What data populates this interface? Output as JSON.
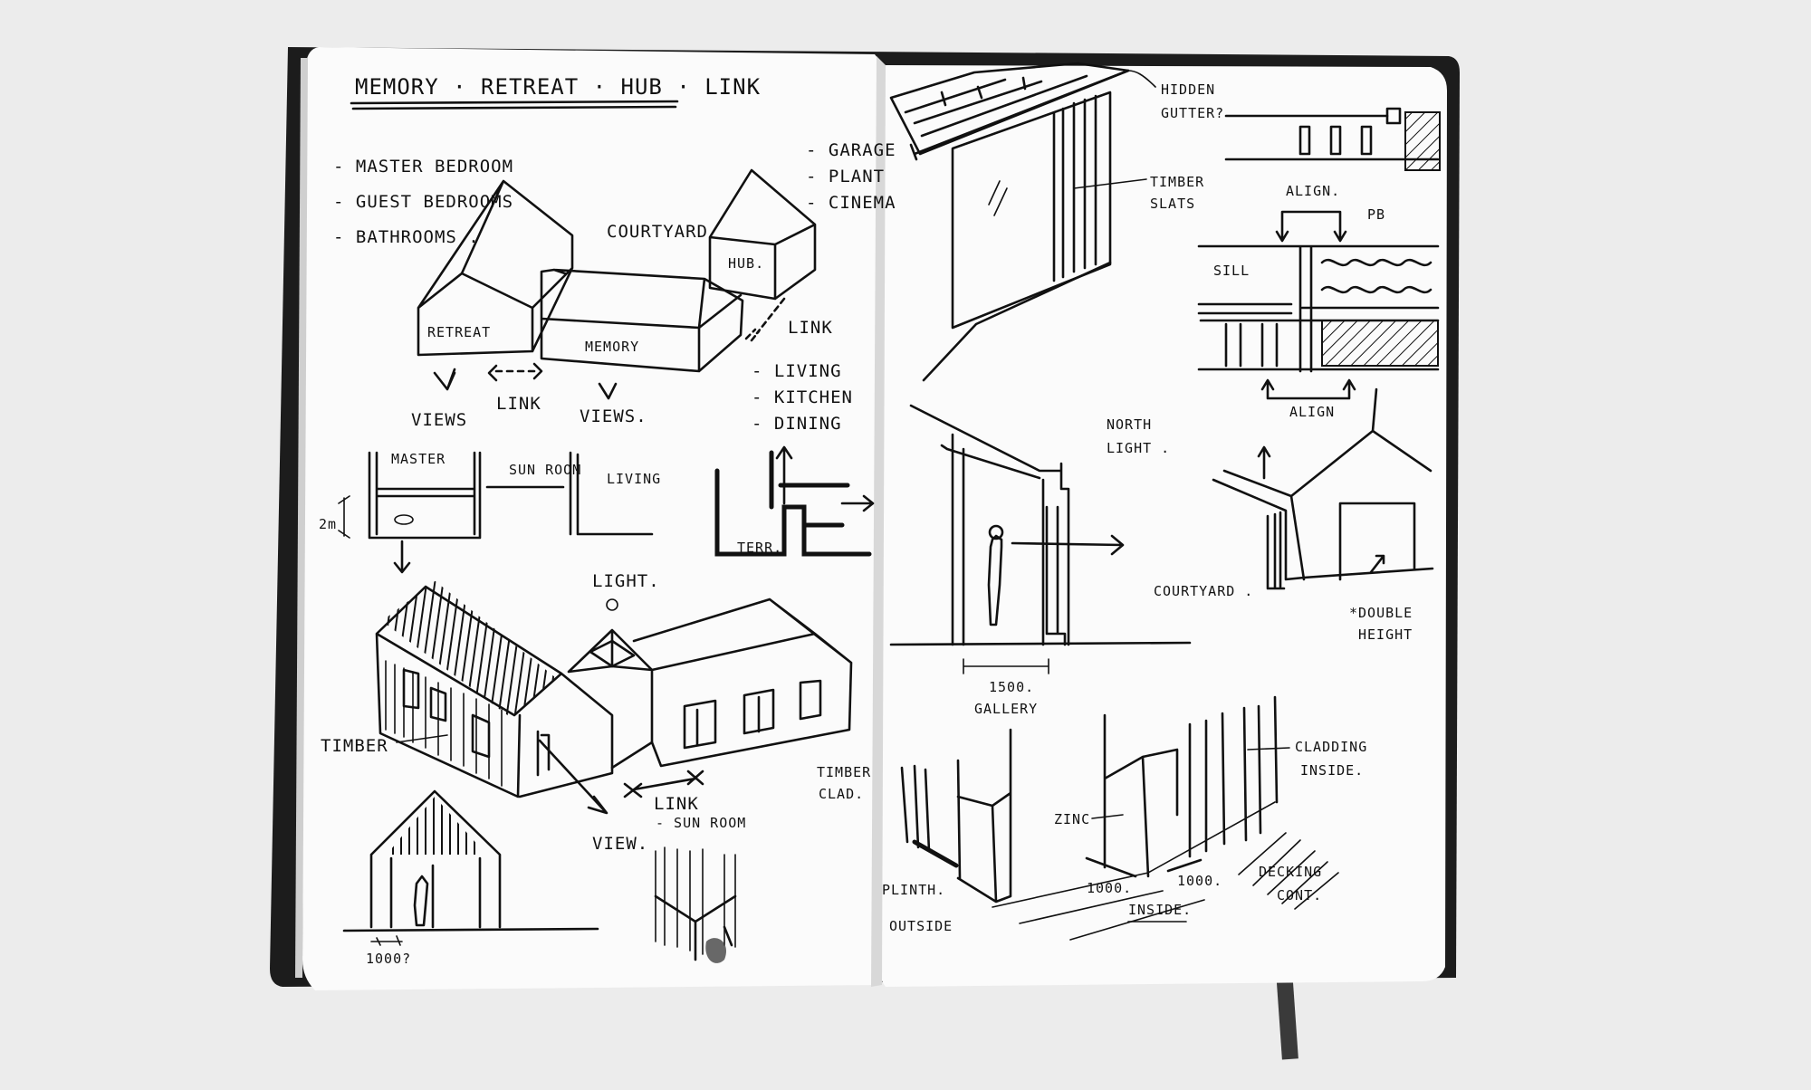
{
  "colors": {
    "background": "#ececec",
    "paper": "#fbfbfb",
    "ink": "#111111",
    "cover": "#1c1c1c"
  },
  "left_page": {
    "title": "MEMORY · RETREAT · HUB · LINK",
    "program": [
      "- MASTER BEDROOM",
      "- GUEST BEDROOMS",
      "- BATHROOMS ."
    ],
    "hub_program": [
      "- GARAGE",
      "- PLANT",
      "- CINEMA"
    ],
    "living_program": [
      "- LIVING",
      "- KITCHEN",
      "- DINING"
    ],
    "courtyard": "COURTYARD",
    "retreat": "RETREAT",
    "memory": "MEMORY",
    "hub": "HUB.",
    "link_top": "LINK",
    "link_mid": "LINK",
    "views_left": "VIEWS",
    "views_right": "VIEWS.",
    "master": "MASTER",
    "sun_room": "SUN ROOM",
    "living": "LIVING",
    "height_2m": "2m",
    "terr": "TERR.",
    "light": "LIGHT.",
    "timber": "TIMBER",
    "timber_clad": [
      "TIMBER",
      "CLAD."
    ],
    "link_bottom": "LINK",
    "sun_room_bottom": "- SUN ROOM",
    "view": "VIEW.",
    "dim_1000": "1000?"
  },
  "right_page": {
    "hidden_gutter": [
      "HIDDEN",
      "GUTTER?"
    ],
    "timber_slats": [
      "TIMBER",
      "SLATS"
    ],
    "align_top": "ALIGN.",
    "pb": "PB",
    "sill": "SILL",
    "align_bottom": "ALIGN",
    "north_light": [
      "NORTH",
      "LIGHT ."
    ],
    "courtyard": "COURTYARD .",
    "double_height": [
      "*DOUBLE",
      "HEIGHT"
    ],
    "gallery": [
      "1500.",
      "GALLERY"
    ],
    "cladding_inside": [
      "CLADDING",
      "INSIDE."
    ],
    "zinc": "ZINC",
    "plinth": "PLINTH.",
    "outside": "OUTSIDE",
    "dim_1000_a": "1000.",
    "inside": "INSIDE.",
    "dim_1000_b": "1000.",
    "decking": [
      "DECKING",
      "CONT."
    ]
  }
}
